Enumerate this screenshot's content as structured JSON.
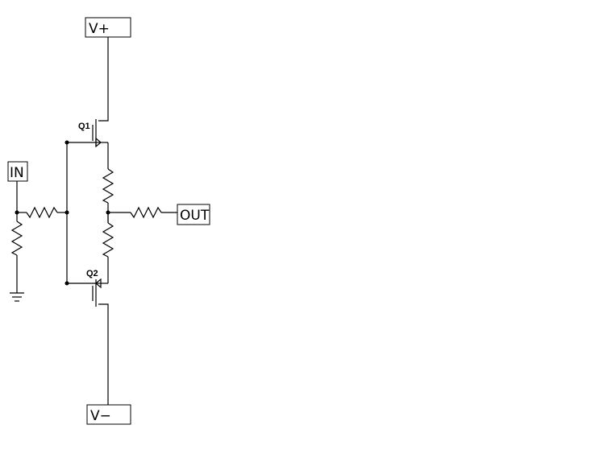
{
  "ports": {
    "vplus": "V+",
    "in": "IN",
    "out": "OUT",
    "vminus": "V−"
  },
  "components": {
    "q1": "Q1",
    "q2": "Q2"
  }
}
